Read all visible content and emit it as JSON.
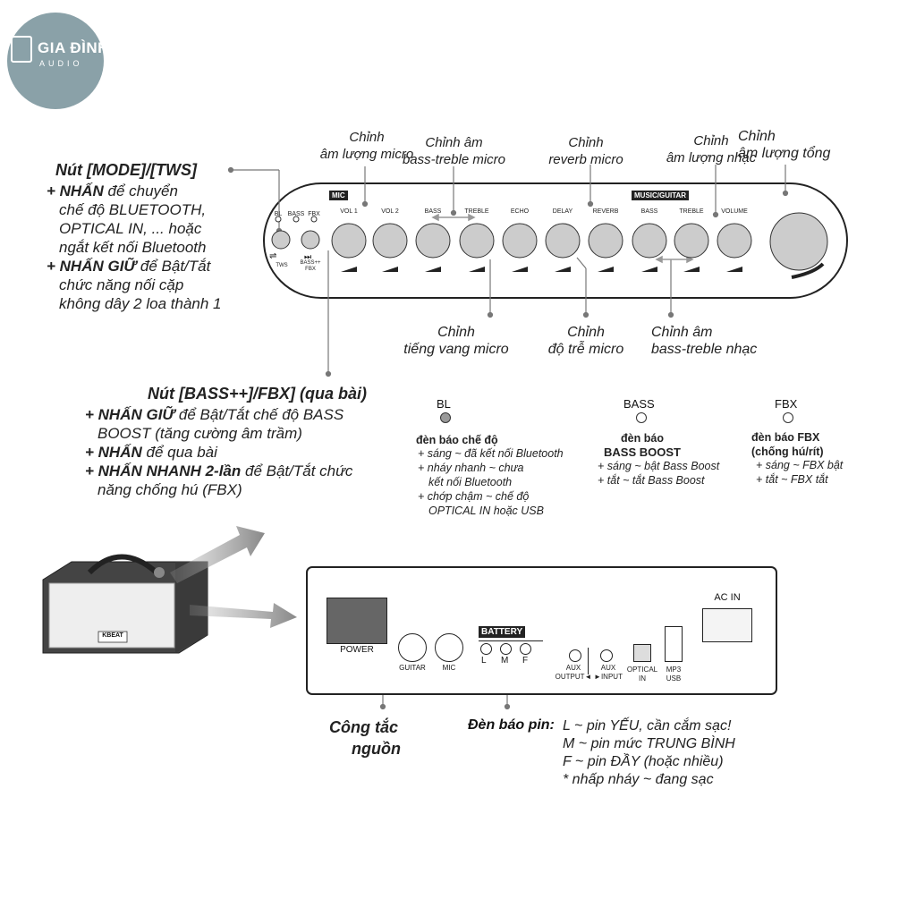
{
  "logo": {
    "line1": "GIA ĐÌNH",
    "line2": "AUDIO"
  },
  "top_labels": {
    "mic_vol": [
      "Chỉnh",
      "âm lượng micro"
    ],
    "mic_bt": [
      "Chỉnh âm",
      "bass-treble micro"
    ],
    "reverb": [
      "Chỉnh",
      "reverb micro"
    ],
    "music_vol": [
      "Chỉnh",
      "âm lượng nhạc"
    ],
    "master": [
      "Chỉnh",
      "âm lượng tổng"
    ]
  },
  "bottom_labels": {
    "echo": [
      "Chỉnh",
      "tiếng vang micro"
    ],
    "delay": [
      "Chỉnh",
      "độ trễ micro"
    ],
    "music_bt": [
      "Chỉnh âm",
      "bass-treble nhạc"
    ]
  },
  "mode_note": {
    "title": "Nút [MODE]/[TWS]",
    "l1a": "+ NHẤN",
    "l1b": " để chuyển",
    "l2": "chế độ BLUETOOTH,",
    "l3": "OPTICAL IN, ... hoặc",
    "l4": "ngắt kết nối Bluetooth",
    "l5a": "+ NHẤN GIỮ",
    "l5b": " để Bật/Tắt",
    "l6": "chức năng nối cặp",
    "l7": "không dây 2 loa thành 1"
  },
  "bass_note": {
    "title": "Nút [BASS++]/FBX] (qua bài)",
    "l1a": "+ NHẤN GIỮ",
    "l1b": " để Bật/Tắt chế độ BASS",
    "l2": "BOOST (tăng cường âm trầm)",
    "l3a": "+ NHẤN",
    "l3b": " để qua bài",
    "l4a": "+ NHẤN NHANH 2-lần",
    "l4b": " để Bật/Tắt chức",
    "l5": "năng chống hú (FBX)"
  },
  "front_panel": {
    "mic_section": "MIC",
    "music_section": "MUSIC/GUITAR",
    "led_labels": [
      "BL",
      "BASS",
      "FBX"
    ],
    "button_labels": [
      "TWS",
      "BASS++\nFBX"
    ],
    "knobs": [
      "VOL 1",
      "VOL 2",
      "BASS",
      "TREBLE",
      "ECHO",
      "DELAY",
      "REVERB",
      "BASS",
      "TREBLE",
      "VOLUME"
    ]
  },
  "indicators": {
    "bl": {
      "label": "BL",
      "title": "đèn báo chế độ",
      "lines": [
        "+ sáng ~ đã kết nối Bluetooth",
        "+ nháy nhanh ~ chưa",
        "kết nối Bluetooth",
        "+ chớp chậm ~ chế độ",
        "OPTICAL IN hoặc USB"
      ]
    },
    "bass": {
      "label": "BASS",
      "title1": "đèn báo",
      "title2": "BASS BOOST",
      "lines": [
        "+ sáng ~ bật Bass Boost",
        "+ tắt ~ tắt Bass Boost"
      ]
    },
    "fbx": {
      "label": "FBX",
      "title1": "đèn báo FBX",
      "title2": "(chống hú/rít)",
      "lines": [
        "+ sáng ~ FBX bật",
        "+ tắt ~ FBX tắt"
      ]
    }
  },
  "rear_panel": {
    "power": "POWER",
    "guitar": "GUITAR",
    "mic": "MIC",
    "battery": "BATTERY",
    "battery_leds": [
      "L",
      "M",
      "F"
    ],
    "aux_out": [
      "AUX",
      "OUTPUT◄"
    ],
    "aux_in": [
      "AUX",
      "►INPUT"
    ],
    "optical": [
      "OPTICAL",
      "IN"
    ],
    "usb": [
      "MP3",
      "USB"
    ],
    "ac_in": "AC IN"
  },
  "power_note": [
    "Công tắc",
    "nguồn"
  ],
  "battery_note": {
    "title": "Đèn báo pin:",
    "l1": "L ~ pin YẾU, cần cắm sạc!",
    "l2": "M ~ pin mức TRUNG BÌNH",
    "l3": "F ~ pin ĐẦY (hoặc nhiều)",
    "l4": "* nhấp nháy ~ đang sạc"
  },
  "speaker_brand": "KBEAT"
}
